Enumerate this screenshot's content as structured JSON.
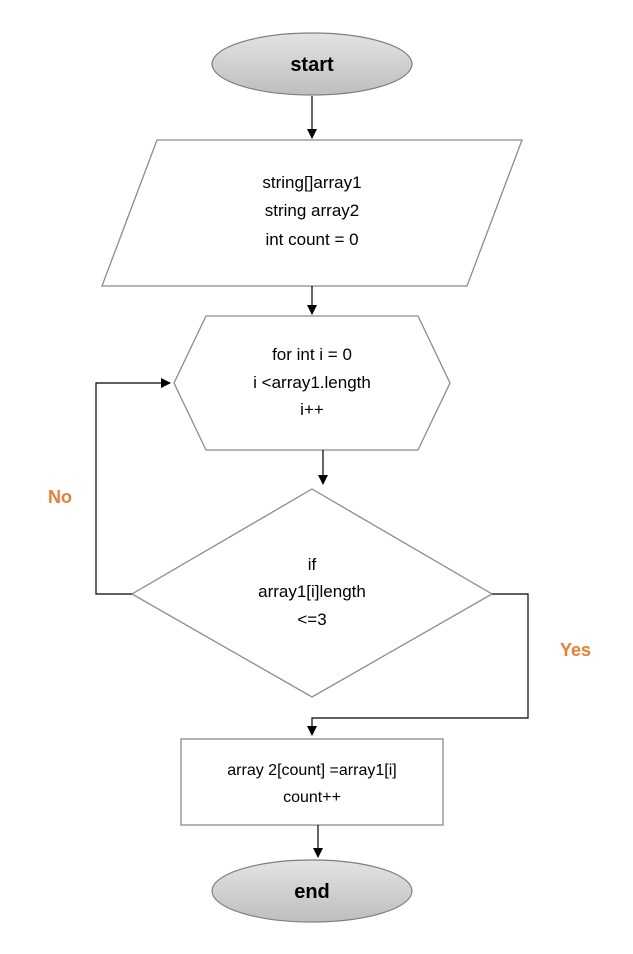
{
  "start": {
    "label": "start"
  },
  "input": {
    "lines": [
      "string[]array1",
      "string array2",
      "int count = 0"
    ]
  },
  "loop": {
    "lines": [
      "for int i = 0",
      "i <array1.length",
      "i++"
    ]
  },
  "decision": {
    "lines": [
      "if",
      "array1[i]length",
      "<=3"
    ]
  },
  "branches": {
    "no": "No",
    "yes": "Yes",
    "color": "#ED7D31"
  },
  "process": {
    "lines": [
      "array 2[count] =array1[i]",
      "count++"
    ]
  },
  "end": {
    "label": "end"
  },
  "colors": {
    "terminal_fill": "#D0CECE",
    "stroke": "#8C8C8C",
    "line": "#000000"
  }
}
